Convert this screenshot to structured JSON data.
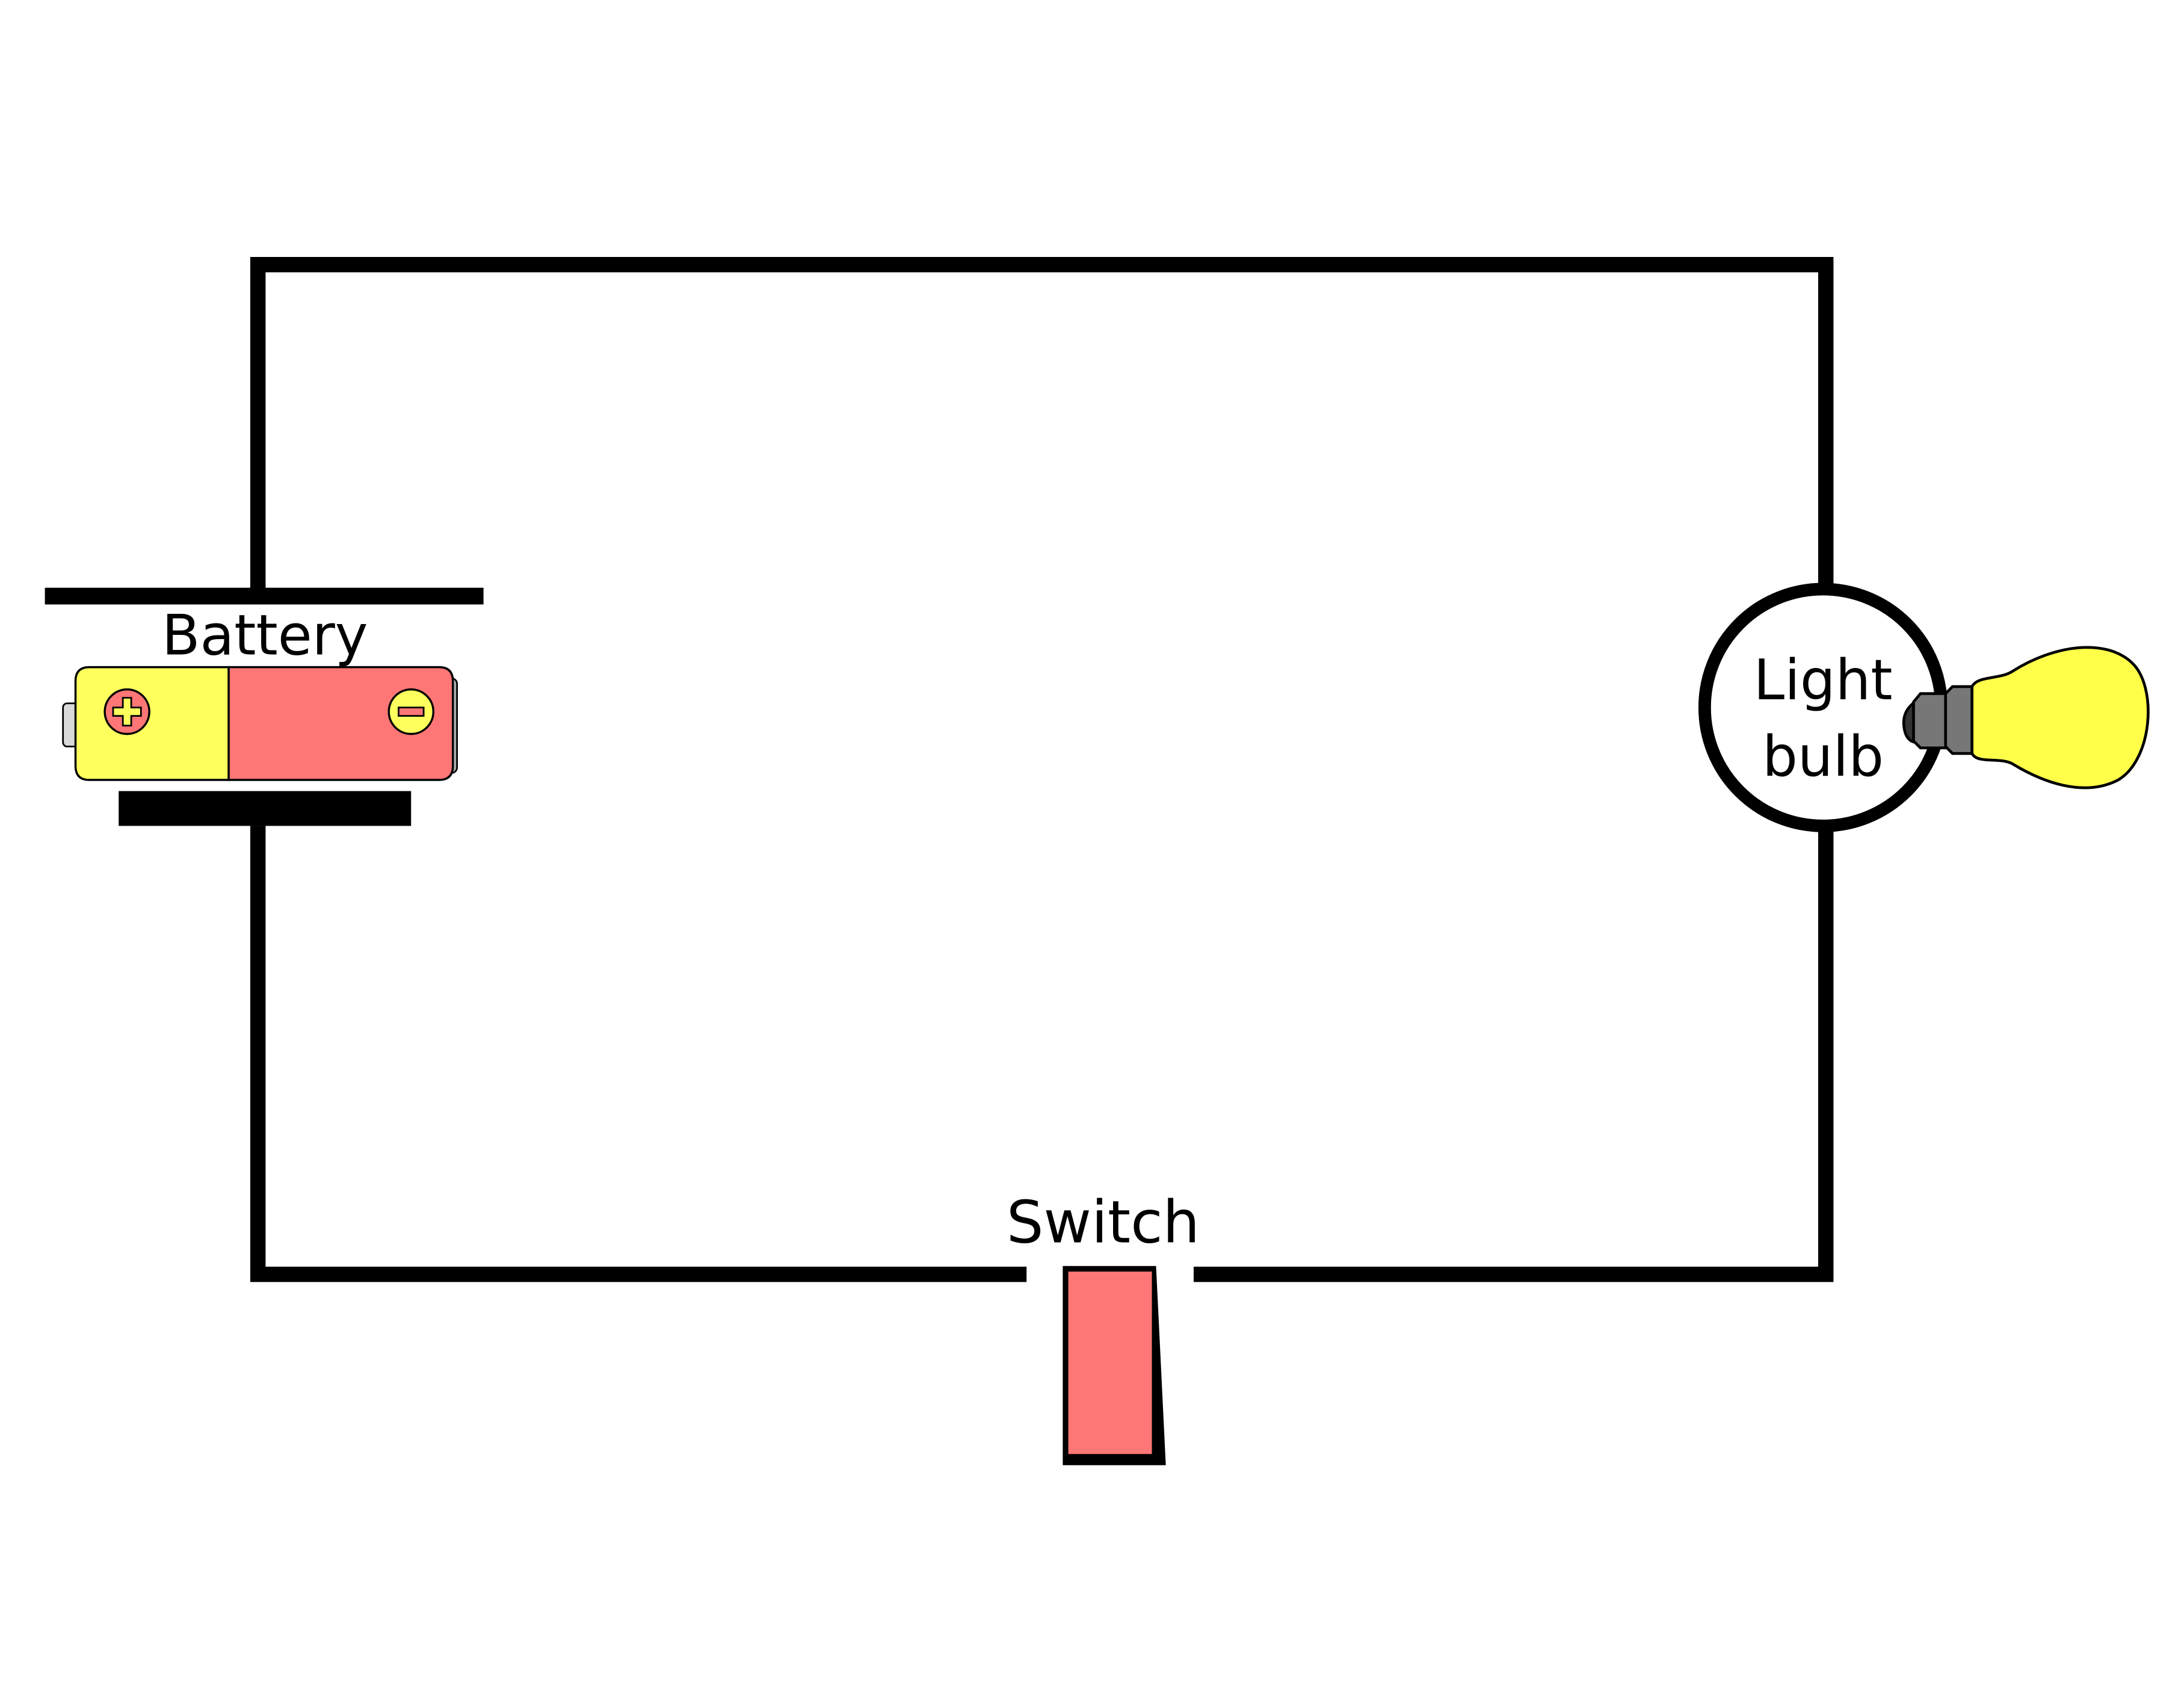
{
  "diagram": {
    "title": "Simple circuit",
    "labels": {
      "battery": "Battery",
      "switch": "Switch",
      "bulb_line1": "Light",
      "bulb_line2": "bulb"
    },
    "colors": {
      "wire": "#000000",
      "battery_positive": "#FFFF5E",
      "battery_negative": "#FF7676",
      "switch": "#FF7676",
      "bulb_glass": "#FFFF4A",
      "bulb_base": "#777777",
      "battery_nub": "#D9D9D9"
    },
    "switch_state": "open"
  }
}
